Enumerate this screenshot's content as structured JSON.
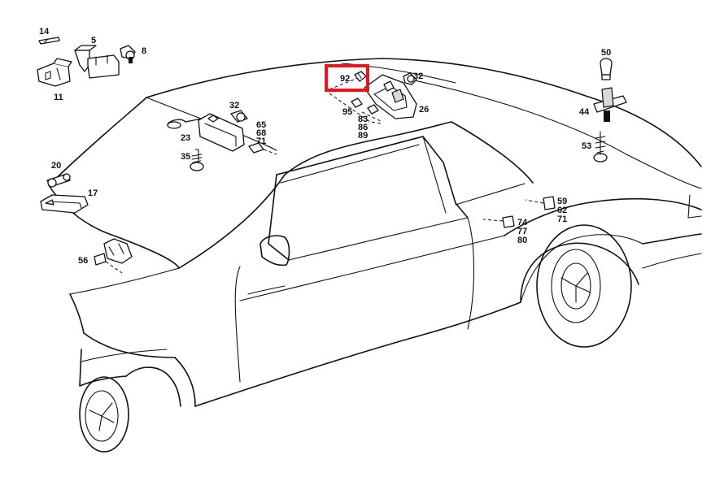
{
  "highlight": {
    "label": "92",
    "color": "#e8141c"
  },
  "callouts": {
    "c14": "14",
    "c5": "5",
    "c8": "8",
    "c11": "11",
    "c92": "92",
    "c95": "95",
    "c83": "83",
    "c86": "86",
    "c89": "89",
    "c32a": "32",
    "c26": "26",
    "c32b": "32",
    "c65": "65",
    "c68": "68",
    "c71a": "71",
    "c23": "23",
    "c35": "35",
    "c20": "20",
    "c17": "17",
    "c56": "56",
    "c50": "50",
    "c44": "44",
    "c53": "53",
    "c59": "59",
    "c62": "62",
    "c71b": "71",
    "c74": "74",
    "c77": "77",
    "c80": "80"
  }
}
